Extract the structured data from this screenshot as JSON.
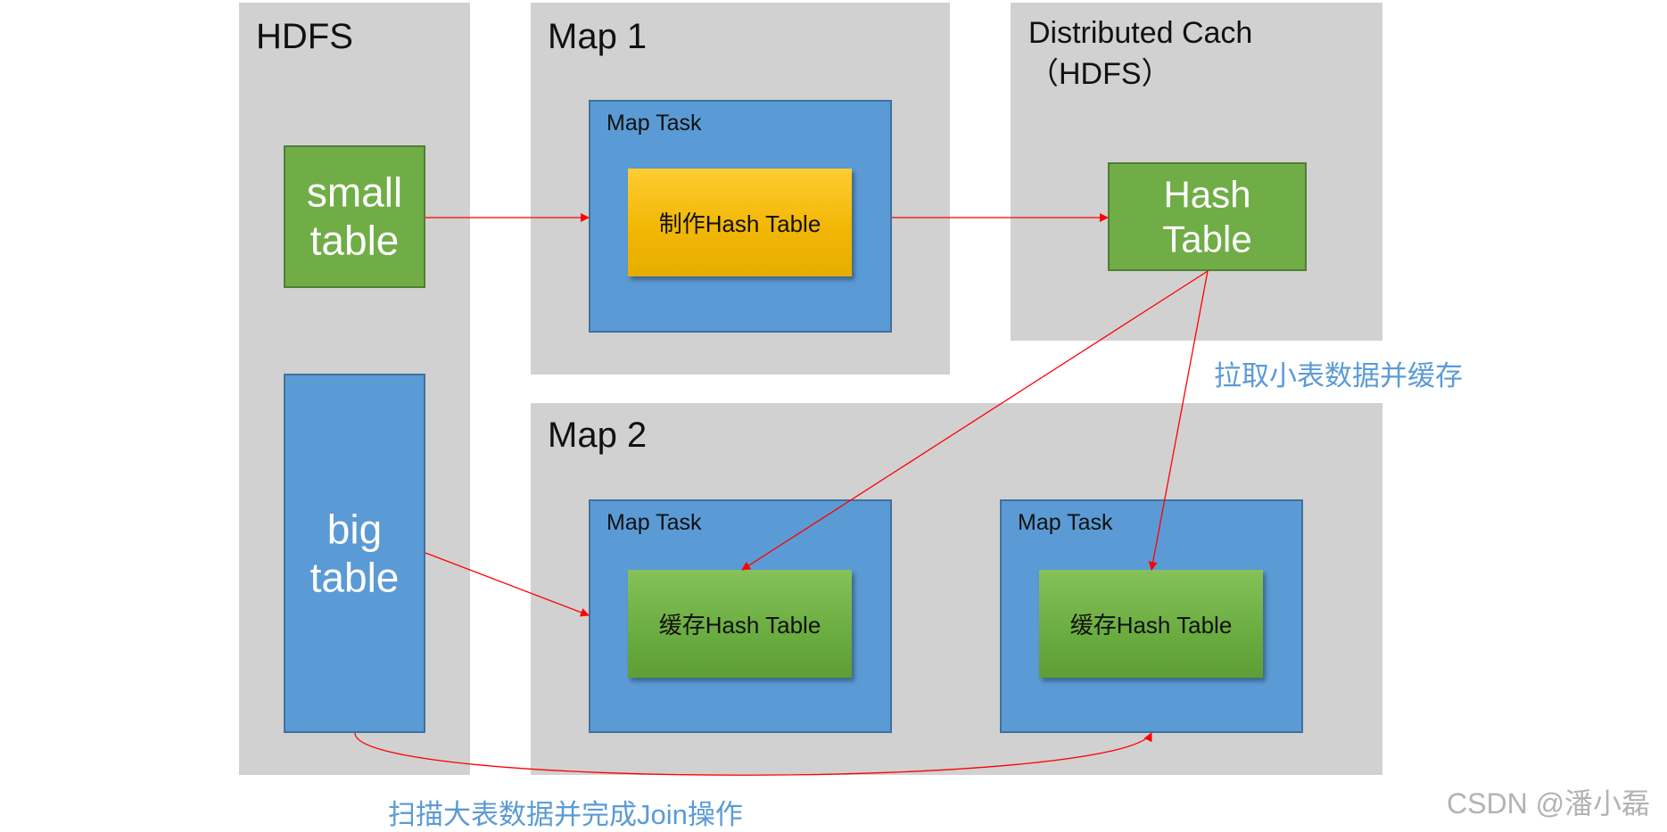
{
  "regions": {
    "hdfs": {
      "title": "HDFS"
    },
    "map1": {
      "title": "Map 1"
    },
    "cache": {
      "title": "Distributed Cach\n（HDFS）"
    },
    "map2": {
      "title": "Map 2"
    }
  },
  "hdfs_boxes": {
    "small_table": "small\ntable",
    "big_table": "big\ntable"
  },
  "map1": {
    "task_label": "Map Task",
    "step": "制作Hash Table"
  },
  "cache": {
    "hash_table": "Hash\nTable"
  },
  "map2": {
    "task_a": {
      "label": "Map Task",
      "step": "缓存Hash Table"
    },
    "task_b": {
      "label": "Map Task",
      "step": "缓存Hash Table"
    }
  },
  "annotations": {
    "pull_cache": "拉取小表数据并缓存",
    "scan_join": "扫描大表数据并完成Join操作"
  },
  "watermark": "CSDN @潘小磊",
  "colors": {
    "region_bg": "#d1d1d1",
    "blue_box": "#5b9bd5",
    "green_box": "#70ad47",
    "orange_box": "#f2b705",
    "arrow": "#ff0000",
    "annotation_text": "#5b9bd5"
  }
}
